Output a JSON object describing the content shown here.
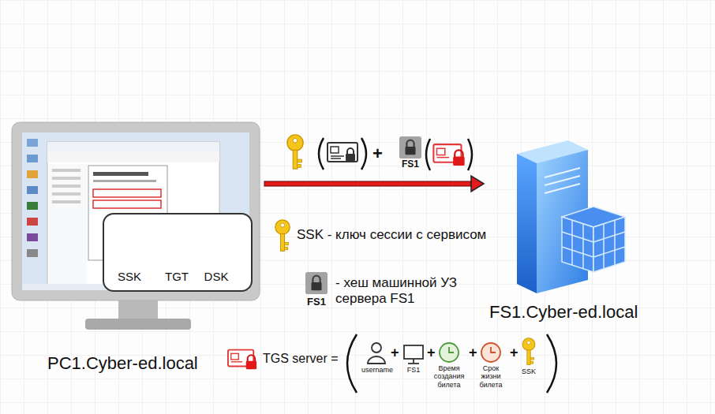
{
  "diagram": {
    "nodes": [
      {
        "text": [
          "PC1.Cyber-ed.local"
        ]
      },
      {
        "text": [
          "SSK",
          "TGT",
          "DSK"
        ],
        "in": 0
      },
      {
        "text": [
          "FS1.Cyber-ed.local"
        ]
      }
    ],
    "edges": [
      {
        "from": 0,
        "to": 2,
        "arrow": "to"
      }
    ],
    "labels": [
      "+",
      "FS1",
      "FS1",
      "TGS server =",
      "username",
      "+",
      "FS1",
      "+",
      "Время создания билета",
      "+",
      "Срок жизни билета",
      "+",
      "SSK"
    ],
    "legend": [
      {
        "text": "SSK - ключ сессии с сервисом"
      },
      {
        "text": "- хеш машинной УЗ сервера FS1"
      }
    ]
  }
}
